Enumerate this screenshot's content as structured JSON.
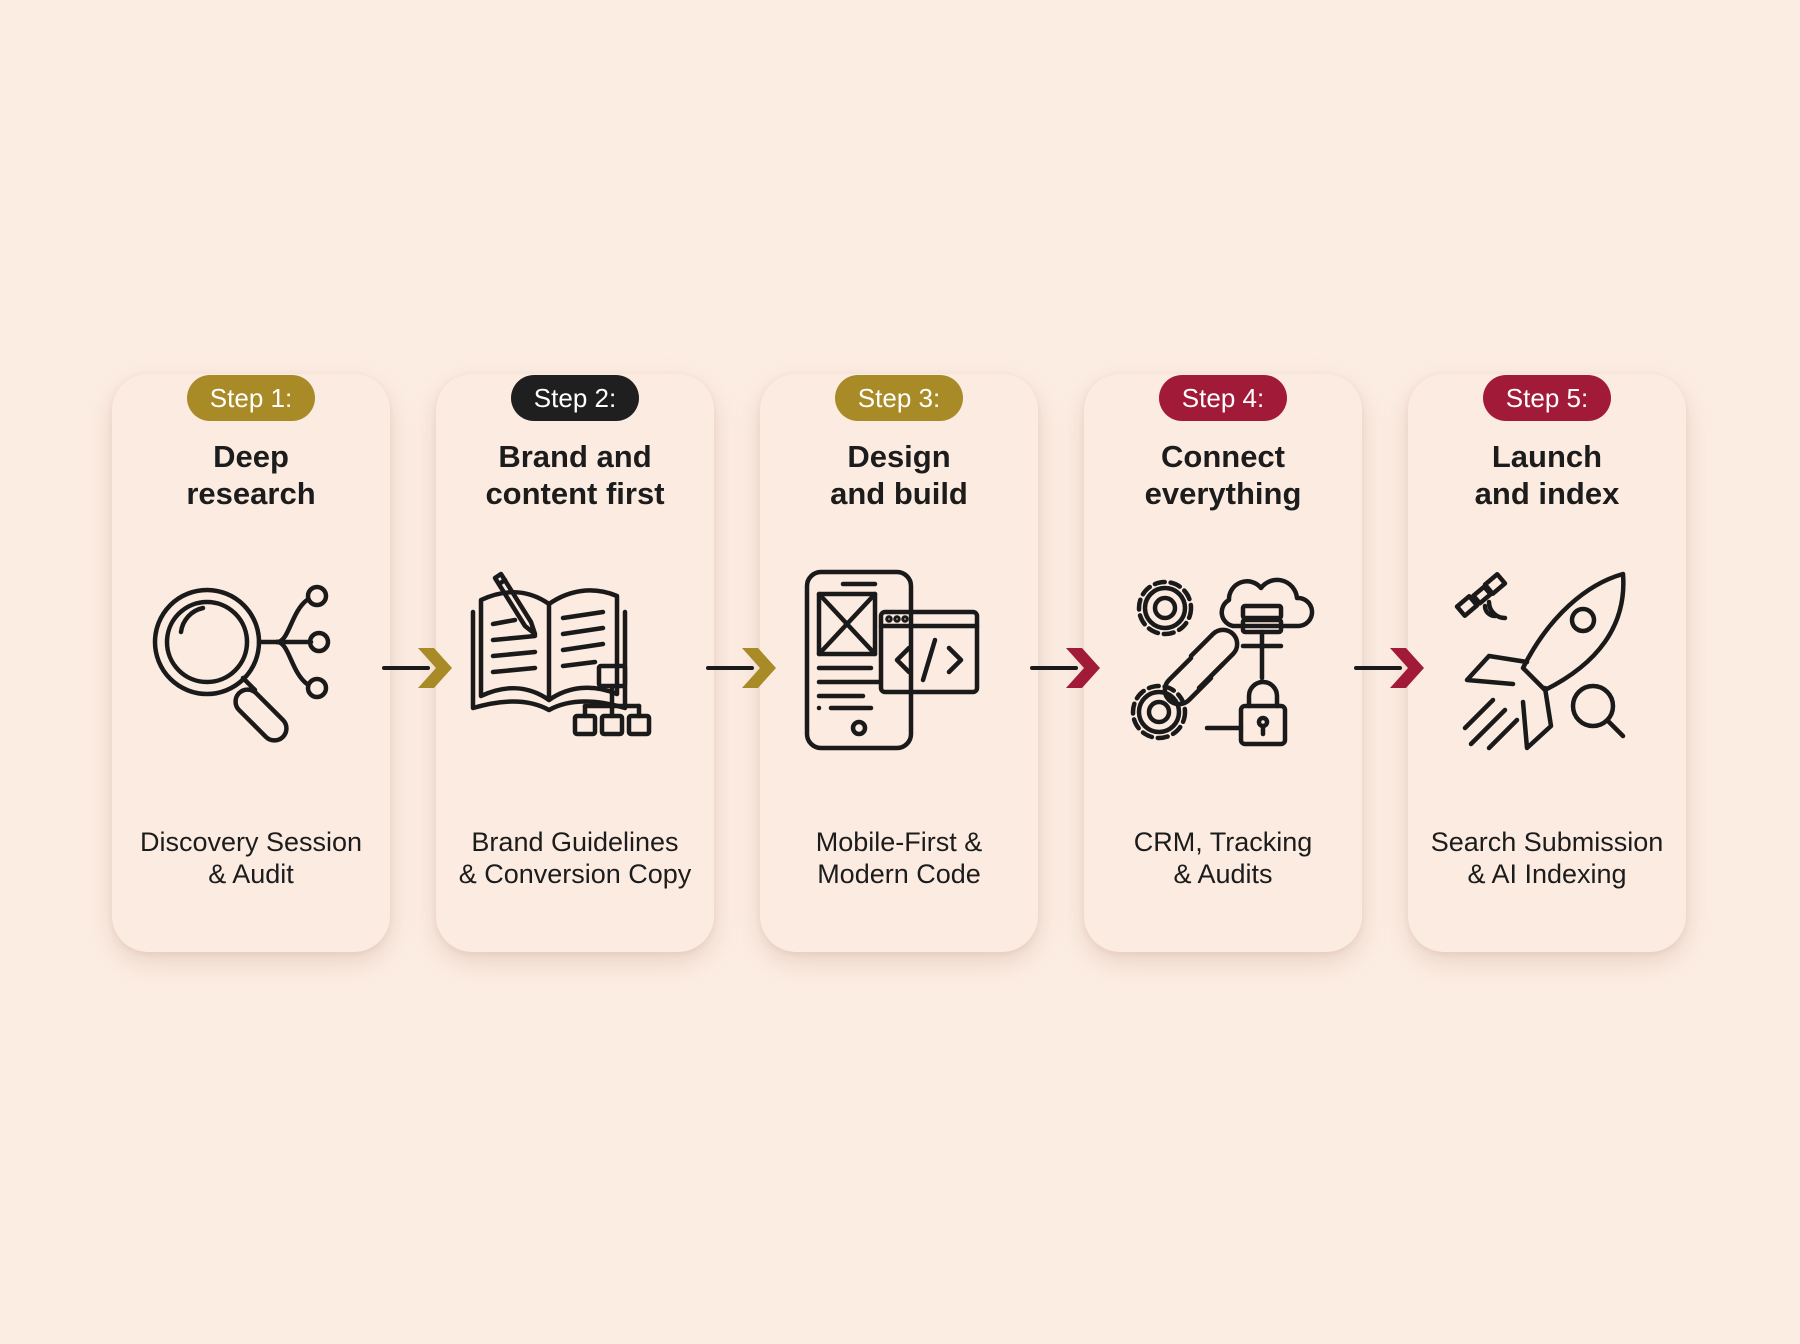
{
  "colors": {
    "background": "#fcede3",
    "gold": "#a88a27",
    "black": "#1f1f1f",
    "crimson": "#a11b38"
  },
  "steps": [
    {
      "badge": "Step 1:",
      "badge_color": "#a88a27",
      "title_line1": "Deep",
      "title_line2": "research",
      "icon": "magnifier-network-icon",
      "sub_line1": "Discovery Session",
      "sub_line2": "& Audit"
    },
    {
      "badge": "Step 2:",
      "badge_color": "#1f1f1f",
      "title_line1": "Brand and",
      "title_line2": "content first",
      "icon": "book-pencil-sitemap-icon",
      "sub_line1": "Brand Guidelines",
      "sub_line2": "& Conversion Copy"
    },
    {
      "badge": "Step 3:",
      "badge_color": "#a88a27",
      "title_line1": "Design",
      "title_line2": "and build",
      "icon": "phone-code-window-icon",
      "sub_line1": "Mobile-First &",
      "sub_line2": "Modern Code"
    },
    {
      "badge": "Step 4:",
      "badge_color": "#a11b38",
      "title_line1": "Connect",
      "title_line2": "everything",
      "icon": "gears-cloud-link-lock-icon",
      "sub_line1": "CRM, Tracking",
      "sub_line2": "& Audits"
    },
    {
      "badge": "Step 5:",
      "badge_color": "#a11b38",
      "title_line1": "Launch",
      "title_line2": "and index",
      "icon": "rocket-satellite-search-icon",
      "sub_line1": "Search Submission",
      "sub_line2": "& AI Indexing"
    }
  ],
  "arrows": [
    {
      "icon": "arrow-right-icon",
      "color": "#a88a27"
    },
    {
      "icon": "arrow-right-icon",
      "color": "#a88a27"
    },
    {
      "icon": "arrow-right-icon",
      "color": "#a11b38"
    },
    {
      "icon": "arrow-right-icon",
      "color": "#a11b38"
    }
  ]
}
